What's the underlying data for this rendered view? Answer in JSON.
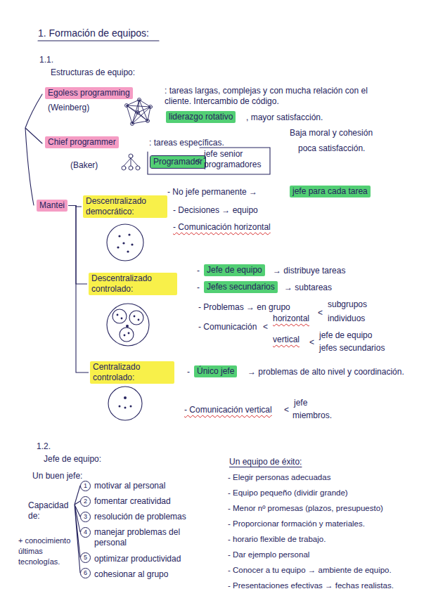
{
  "diagram": {
    "title": "1. Formación de equipos:",
    "nodes": [
      {
        "text": [
          "Egoless programming"
        ]
      },
      {
        "text": [
          "liderazgo rotativo"
        ]
      },
      {
        "text": [
          "Chief programmer"
        ]
      },
      {
        "text": [
          "Programador"
        ]
      },
      {
        "text": [
          "Mantei"
        ]
      },
      {
        "text": [
          "Descentralizado democrático:"
        ]
      },
      {
        "text": [
          "jefe para cada tarea"
        ]
      },
      {
        "text": [
          "Descentralizado controlado:"
        ]
      },
      {
        "text": [
          "Jefe de equipo"
        ]
      },
      {
        "text": [
          "Jefes secundarios"
        ]
      },
      {
        "text": [
          "Centralizado controlado:"
        ]
      },
      {
        "text": [
          "Único jefe"
        ]
      },
      {
        "text": [
          "1"
        ]
      },
      {
        "text": [
          "2"
        ]
      },
      {
        "text": [
          "3"
        ]
      },
      {
        "text": [
          "4"
        ]
      },
      {
        "text": [
          "5"
        ]
      },
      {
        "text": [
          "6"
        ]
      }
    ],
    "edges": [
      {
        "from": 4,
        "to": 5,
        "arrow": "none"
      },
      {
        "from": 4,
        "to": 7,
        "arrow": "none"
      },
      {
        "from": 4,
        "to": 10,
        "arrow": "none"
      }
    ],
    "labels": [
      "1.1.",
      "Estructuras de equipo:",
      ": tareas largas, complejas y con mucha relación con el cliente. Intercambio de código.",
      "(Weinberg)",
      ", mayor satisfacción.",
      ": tareas específicas.",
      "Baja moral y cohesión",
      "(Baker)",
      "<",
      "jefe senior programadores",
      "poca satisfacción.",
      "- No jefe permanente →",
      "- Decisiones → equipo",
      "- Comunicación horizontal",
      "-",
      "→ distribuye tareas",
      "-",
      "→ subtareas",
      "- Problemas → en grupo",
      "subgrupos",
      "- Comunicación",
      "<",
      "horizontal",
      "<",
      "individuos",
      "vertical",
      "<",
      "jefe de equipo",
      "jefes secundarios",
      "-",
      "→ problemas de alto nivel y coordinación.",
      "- Comunicación vertical",
      "<",
      "jefe",
      "miembros.",
      "1.2.",
      "Jefe de equipo:",
      "Un buen jefe:",
      "Un equipo de éxito:",
      "Capacidad de:",
      "motivar al personal",
      "fomentar creatividad",
      "resolución de problemas",
      "manejar problemas del personal",
      "+ conocimiento últimas tecnologías.",
      "optimizar productividad",
      "cohesionar al grupo",
      "- Elegir personas adecuadas",
      "- Equipo pequeño (dividir grande)",
      "- Menor nº promesas (plazos, presupuesto)",
      "- Proporcionar formación y materiales.",
      "- horario flexible de trabajo.",
      "- Dar ejemplo personal",
      "- Conocer a tu equipo → ambiente de equipo.",
      "- Presentaciones efectivas → fechas realistas."
    ]
  }
}
